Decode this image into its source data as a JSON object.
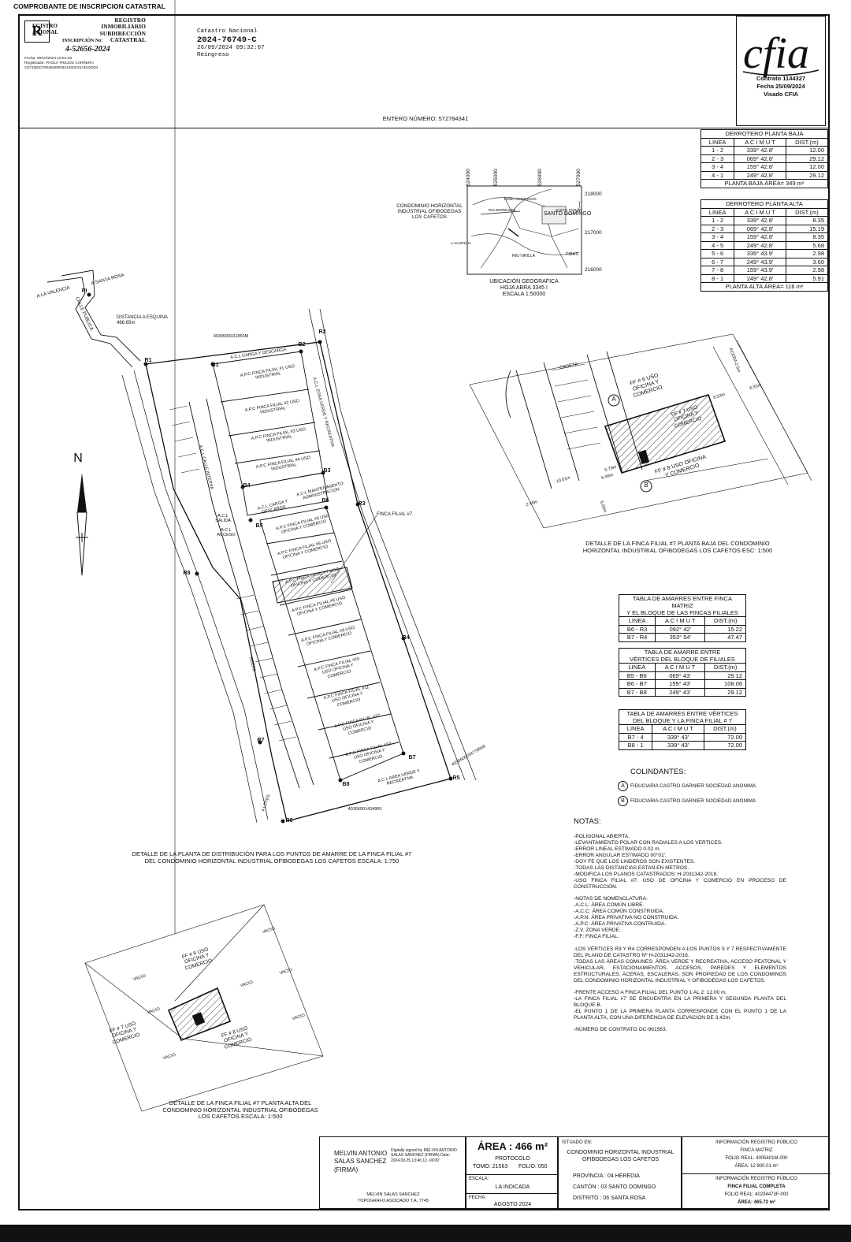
{
  "header": {
    "doc_title": "COMPROBANTE DE INSCRIPCION CATASTRAL",
    "registry": {
      "logo_letter": "R",
      "name_line1": "EGISTRO",
      "name_line2": "ACIONAL",
      "office_line1": "REGISTRO INMOBILIARIO",
      "office_line2": "SUBDIRECCIÓN",
      "office_line3": "CATASTRAL",
      "insc_label": "INSCRIPCIÓN No:",
      "insc_number": "4-52656-2024",
      "fecha_line": "Fecha:      09/10/2024 15:51:29",
      "registrador_line": "Registrador: PAOLA TREJOS CARRERA",
      "hash_line": "CE71BDCF904E806D821400C81AD22D04"
    },
    "catastro": {
      "label": "Catastro Nacional",
      "number": "2024-76749-C",
      "datetime": "26/09/2024 09:32:07",
      "status": "Reingreso"
    },
    "cfia": {
      "logo_text": "cfia",
      "contrato": "Contrato 1144327",
      "fecha": "Fecha 25/09/2024",
      "visado": "Visado CFIA"
    },
    "entero": "ENTERO NÚMERO: 572784341"
  },
  "derrotero_baja": {
    "title": "DERROTERO PLANTA BAJA",
    "headers": [
      "LINEA",
      "A C I M U T",
      "DIST.(m)"
    ],
    "rows": [
      [
        "1 - 2",
        "339° 42.8'",
        "12.00"
      ],
      [
        "2 - 3",
        "069° 42.8'",
        "29.12"
      ],
      [
        "3 - 4",
        "159° 42.8'",
        "12.00"
      ],
      [
        "4 - 1",
        "249° 42.8'",
        "29.12"
      ]
    ],
    "area": "PLANTA BAJA ÁREA= 349 m²"
  },
  "derrotero_alta": {
    "title": "DERROTERO PLANTA ALTA",
    "headers": [
      "LINEA",
      "A C I M U T",
      "DIST.(m)"
    ],
    "rows": [
      [
        "1 - 2",
        "339° 42.8'",
        "8.35"
      ],
      [
        "2 - 3",
        "069° 42.8'",
        "15.19"
      ],
      [
        "3 - 4",
        "159° 42.8'",
        "8.35"
      ],
      [
        "4 - 5",
        "249° 42.8'",
        "5.68"
      ],
      [
        "5 - 6",
        "339° 43.9'",
        "2.98"
      ],
      [
        "6 - 7",
        "249° 43.9'",
        "3.60"
      ],
      [
        "7 - 8",
        "159° 43.9'",
        "2.98"
      ],
      [
        "8 - 1",
        "249° 42.8'",
        "5.91"
      ]
    ],
    "area": "PLANTA ALTA ÁREA= 116 m²"
  },
  "amarres_matriz": {
    "title1": "TABLA DE AMARRES ENTRE FINCA MATRIZ",
    "title2": "Y EL BLOQUE DE LAS FINCAS FILIALES",
    "headers": [
      "LINEA",
      "A C I M U T",
      "DIST.(m)"
    ],
    "rows": [
      [
        "B6 - R3",
        "092° 42'",
        "15.22"
      ],
      [
        "B7 - R4",
        "353° 54'",
        "47.47"
      ]
    ]
  },
  "amarres_vertices": {
    "title1": "TABLA DE AMARRE ENTRE",
    "title2": "VÉRTICES DEL BLOQUE DE FILIALES",
    "headers": [
      "LINEA",
      "A C I M U T",
      "DIST.(m)"
    ],
    "rows": [
      [
        "B5 - B6",
        "069° 43'",
        "29.12"
      ],
      [
        "B6 - B7",
        "159° 43'",
        "108.06"
      ],
      [
        "B7 - B8",
        "249° 43'",
        "29.12"
      ]
    ]
  },
  "amarres_filial": {
    "title1": "TABLA DE AMARRES ENTRE VÉRTICES",
    "title2": "DEL BLOQUE Y LA FINCA FILIAL # 7",
    "headers": [
      "LINEA",
      "A C I M U T",
      "DIST.(m)"
    ],
    "rows": [
      [
        "B7 - 4",
        "339° 43'",
        "72.00"
      ],
      [
        "B8 - 1",
        "339° 43'",
        "72.00"
      ]
    ]
  },
  "ubicacion": {
    "project_label": "CONDOMINIO HORIZONTAL INDUSTRIAL OFIBODEGAS LOS CAFETOS",
    "caption1": "UBICACIÓN GEOGRAFICA",
    "caption2": "HOJA ABRA 3345 I",
    "caption3": "ESCALA 1:50000",
    "x_ticks": [
      "524000",
      "525000",
      "526000",
      "527000"
    ],
    "y_ticks": [
      "218000",
      "217000",
      "216000"
    ],
    "places": [
      "SANTO DOMINGO",
      "RIO VIRILLA",
      "CEIBA GERTRUDIS",
      "SANTO TOMAS",
      "TIBAS",
      "A VALENCIA",
      "RIO BERMUDEZ"
    ]
  },
  "plan_labels": {
    "north": "N",
    "a_la_valencia": "A LA VALENCIA",
    "a_santa_rosa": "A SANTA ROSA",
    "calle_publica": "CALLE PUBLICA",
    "distancia": "DISTANCIA A ESQUINA 466.65m",
    "finca_filial_7": "FINCA FILIAL #7",
    "plano_top": "4030600031850M",
    "plano_right": "4030600034778000",
    "plano_bottom": "40306001434900",
    "cuatro_lotes": "4 LOTES",
    "points": [
      "PI",
      "R1",
      "R2",
      "R3",
      "R4",
      "R5",
      "R6",
      "R7",
      "R8",
      "B1",
      "B2",
      "B3",
      "B4",
      "B5",
      "B6",
      "B7",
      "B8"
    ],
    "fincas": [
      "A.P.C FINCA FILIAL #1 USO INDUSTRIAL",
      "A.P.C FINCA FILIAL #2 USO INDUSTRIAL",
      "A.P.C FINCA FILIAL #3 USO INDUSTRIAL",
      "A.P.C FINCA FILIAL #4 USO INDUSTRIAL",
      "A.P.C FINCA FILIAL #5 USO OFICINA Y COMERCIO",
      "A.P.C FINCA FILIAL #6 USO OFICINA Y COMERCIO",
      "A.P.C FINCA FILIAL #7 USO OFICINA Y COMERCIO",
      "A.P.C FINCA FILIAL #8 USO OFICINA Y COMERCIO",
      "A.P.C FINCA FILIAL #9 USO OFICINA Y COMERCIO",
      "A.P.C FINCA FILIAL #10 USO OFICINA Y COMERCIO",
      "A.P.C FINCA FILIAL #11 USO OFICINA Y COMERCIO",
      "A.P.C FINCA FILIAL #12 USO OFICINA Y COMERCIO",
      "A.P.C FINCA FILIAL #13 USO OFICINA Y COMERCIO"
    ],
    "common": [
      "A.C.L CARGA Y DESCARGA",
      "A.C.L CARGA Y DESCARGA",
      "A.C.L ZONA VERDE Y RECREATIVA",
      "A.C.L MANTENIMIENTO ADMINISTRACION",
      "A.C.L SALIDA",
      "A.C.L ACCESO",
      "A.C.L CALLE INTERNA",
      "A.C.L AREA VERDE Y RECREATIVA",
      "ACERA"
    ]
  },
  "captions": {
    "distribucion1": "DETALLE DE LA PLANTA DE DISTRIBUCIÓN PARA LOS PUNTOS DE AMARRE DE LA FINCA FILIAL #7",
    "distribucion2": "DEL CONDOMINIO HORIZONTAL INDUSTRIAL  OFIBODEGAS LOS CAFETOS  ESCALA: 1:750",
    "baja1": "DETALLE DE LA FINCA FILIAL #7 PLANTA BAJA DEL CONDOMINIO",
    "baja2": "HORIZONTAL INDUSTRIAL OFIBODEGAS LOS CAFETOS ESC: 1:500",
    "alta1": "DETALLE DE LA FINCA FILIAL #7 PLANTA ALTA DEL",
    "alta2": "CONDOMINIO HORIZONTAL INDUSTRIAL OFIBODEGAS",
    "alta3": "LOS CAFETOS ESCALA: 1:500"
  },
  "detalle_baja": {
    "ff6": "FF # 6 USO OFICINA Y COMERCIO",
    "ff7": "FF # 7 USO OFICINA Y COMERCIO",
    "ff8": "FF # 8 USO OFICINA Y COMERCIO",
    "caseta": "CASETA",
    "acera": "ACERA 2.5m",
    "dims": [
      "6.91m",
      "6.53m",
      "5.79m",
      "5.99m",
      "10.01m",
      "2.46m",
      "5.00m"
    ],
    "mark_a": "A",
    "mark_b": "B"
  },
  "detalle_alta": {
    "ff6": "FF # 6 USO OFICINA Y COMERCIO",
    "ff7": "FF # 7 USO OFICINA Y COMERCIO",
    "ff8": "FF # 8 USO OFICINA Y COMERCIO",
    "vacio": "VACIO"
  },
  "colindantes": {
    "title": "COLINDANTES:",
    "items": [
      {
        "mark": "A",
        "text": "FIDUCIARIA CASTRO GARNIER SOCIEDAD ANONIMA"
      },
      {
        "mark": "B",
        "text": "FIDUCIARIA CASTRO GARNIER SOCIEDAD ANONIMA"
      }
    ]
  },
  "notas": {
    "title": "NOTAS:",
    "block1": [
      "-POLIGONAL ABIERTA.",
      "-LEVANTAMIENTO POLAR CON RADIALES A LOS VERTICES.",
      "-ERROR LINEAL ESTIMADO 0.02 m.",
      "-ERROR ANGULAR ESTIMADO 00°01'.",
      "-DOY FE QUE LOS LINDEROS SON EXISTENTES.",
      "-TODAS LAS DISTANCIAS ESTAN EN METROS.",
      "-MODIFICA LOS PLANOS CATASTRADOS: H-2031342-2018.",
      "-USO FINCA FILIAL #7: USO DE OFICINA Y COMERCIO EN PROCESO DE CONSTRUCCIÓN."
    ],
    "block2": [
      "-NOTAS DE NOMENCLATURA:",
      "-A.C.L:  ÁREA COMÚN LIBRE.",
      "-A.C.C: ÁREA COMÚN CONSTRUIDA.",
      "-A.P.N: ÁREA PRIVATIVA NO CONSTRUIDA.",
      "-A.P.C: ÁREA PRIVATIVA CONTRUIDA.",
      "-Z.V.    ZONA VERDE.",
      "-F.F:    FINCA FILIAL."
    ],
    "block3": [
      "-LOS VÉRTICES R3 Y R4 CORRESPONDEN A LOS PUNTOS 5 Y 7 RESPECTIVAMENTE DEL PLANO DE CATASTRO Nº H-2031342-2018.",
      "-TODAS LAS ÁREAS COMUNES: ÁREA VERDE Y RECREATIVA, ACCESO PEATONAL Y VEHICULAR, ESTACIONAMIENTOS, ACCESOS, PAREDES Y ELEMENTOS ESTRUCTURALES, ACERAS, ESCALERAS, SON PROPIEDAD DE LOS CONDOMINOS DEL CONDOMINIO HORIZONTAL INDUSTRIAL Y OFIBODEGAS LOS CAFETOS."
    ],
    "block4": [
      "-FRENTE ACCESO A FINCA FILIAL DEL PUNTO 1 AL 2: 12.00 m.",
      "-LA FINCA FILIAL #7 SE ENCUENTRA EN LA PRIMERA Y SEGUNDA PLANTA DEL BLOQUE B.",
      "-EL PUNTO 1 DE LA PRIMERA PLANTA CORRESPONDE CON EL PUNTO 1 DE LA PLANTA ALTA, CON UNA DIFERENCIA DE ELEVACION DE 3.42m."
    ],
    "block5": [
      "-NÚMERO DE CONTRATO OC-961563."
    ]
  },
  "footer": {
    "signer_name": "MELVIN ANTONIO SALAS SANCHEZ (FIRMA)",
    "digital_sig": "Digitally signed by MELVIN ANTONIO SALAS SANCHEZ (FIRMA) Date: 2024.09.25 13:46:12 -06'00'",
    "topografo1": "MELVIN SALAS SANCHEZ",
    "topografo2": "TOPOGRAFO ASOCIADO T.A. 7745",
    "area": "ÁREA : 466 m²",
    "protocolo": "PROTOCOLO",
    "tomo": "TOMO: 21563",
    "folio": "FOLIO: 050",
    "escala_label": "ESCALA:",
    "escala_value": "LA INDICADA",
    "fecha_label": "FECHA:",
    "fecha_value": "AGOSTO 2024",
    "situado_label": "SITUADO EN:",
    "situado1": "CONDOMINIO HORIZONTAL INDUSTRIAL",
    "situado2": "OFIBODEGAS LOS CAFETOS",
    "provincia": "PROVINCIA : 04 HEREDIA",
    "canton": "CANTÓN :    03 SANTO DOMINGO",
    "distrito": "DISTRITO :   06 SANTA ROSA",
    "info1_title": "INFORMACIÓN REGISTRO PÚBLICO",
    "info1_l1": "FINCA MATRIZ",
    "info1_l2": "FOLIO REAL: 4005401M-000",
    "info1_l3": "ÁREA: 12 800.01 m²",
    "info2_title": "INFORMACIÓN REGISTRO PÚBLICO",
    "info2_l1": "FINCA FILIAL COMPLETA",
    "info2_l2": "FOLIO REAL: 40234473F-000",
    "info2_l3": "ÁREA: 465.72 m²"
  }
}
